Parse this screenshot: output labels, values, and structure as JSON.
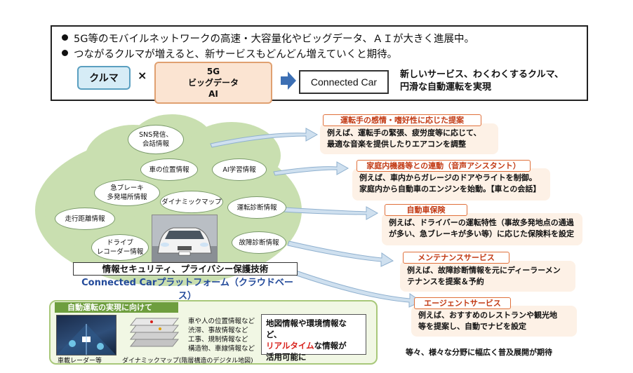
{
  "top": {
    "bullet1": "5G等のモバイルネットワークの高速・大容量化やビッグデータ、ＡＩが大きく進展中。",
    "bullet2": "つながるクルマが増えると、新サービスもどんどん増えていくと期待。",
    "kuruma": "クルマ",
    "times": "×",
    "tech": [
      "5G",
      "ビッグデータ",
      "AI"
    ],
    "connected_car": "Connected Car",
    "result_line1": "新しいサービス、わくわくするクルマ、",
    "result_line2": "円滑な自動運転を実現"
  },
  "cloud": {
    "bubbles": {
      "sns": "SNS発信、\n会話情報",
      "position": "車の位置情報",
      "ai": "AI学習情報",
      "brake": "急ブレーキ\n多発場所情報",
      "dynamic_map": "ダイナミックマップ",
      "diagnosis": "運転診断情報",
      "distance": "走行距離情報",
      "recorder": "ドライブ\nレコーダー情報",
      "fault": "故障診断情報"
    },
    "security": "情報セキュリティ、プライバシー保護技術",
    "platform": "Connected Carプラットフォーム（クラウドベース）"
  },
  "services": [
    {
      "title": "運転手の感情・嗜好性に応じた提案",
      "body": "例えば、運転手の緊張、疲労度等に応じて、\n最適な音楽を提供したりエアコンを調整"
    },
    {
      "title": "家庭内機器等との連動（音声アシスタント）",
      "body": "例えば、車内からガレージのドアやライトを制御。\n家庭内から自動車のエンジンを始動。【車との会話】"
    },
    {
      "title": "自動車保険",
      "body": "例えば、ドライバーの運転特性（事故多発地点の通過\nが多い、急ブレーキが多い等）に応じた保険料を設定"
    },
    {
      "title": "メンテナンスサービス",
      "body": "例えば、故障診断情報を元にディーラーメン\nテナンスを提案＆予約"
    },
    {
      "title": "エージェントサービス",
      "body": "例えば、おすすめのレストランや観光地\n等を提案し、自動でナビを設定"
    }
  ],
  "bottom": {
    "title": "自動運転の実現に向けて",
    "radar_caption": "車載レーダー等",
    "map_caption": "ダイナミックマップ(階層構造のデジタル地図)",
    "layers": [
      "車や人の位置情報など",
      "渋滞、事故情報など",
      "工事、規制情報など",
      "構造物、車線情報など"
    ],
    "text_line1": "地図情報や環境情報など、",
    "text_red": "リアルタイム",
    "text_line2_rest": "な情報が",
    "text_line3": "活用可能に"
  },
  "closing": "等々、様々な分野に幅広く普及展開が期待",
  "colors": {
    "cloud": "#c9dfb0",
    "arrow": "#cfe0ef",
    "accent_red": "#d8201a",
    "service_head": "#c23a14",
    "service_body": "#fdf1e6"
  }
}
